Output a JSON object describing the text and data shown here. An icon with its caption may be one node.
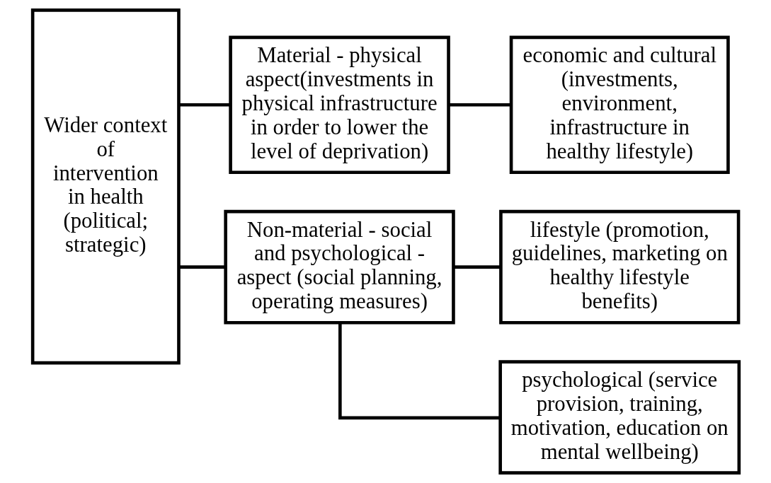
{
  "diagram": {
    "nodes": [
      {
        "text": [
          "Wider context of intervention in health (political; strategic)"
        ]
      },
      {
        "text": [
          "Material - physical aspect(investments in physical infrastructure in order to lower the level of deprivation)"
        ]
      },
      {
        "text": [
          "economic and cultural (investments, environment, infrastructure in healthy lifestyle)"
        ]
      },
      {
        "text": [
          "Non-material - social and psychological - aspect (social planning, operating measures)"
        ]
      },
      {
        "text": [
          "lifestyle (promotion, guidelines, marketing on healthy lifestyle benefits)"
        ]
      },
      {
        "text": [
          "psychological (service provision, training, motivation, education on mental wellbeing)"
        ]
      }
    ],
    "edges": [
      {
        "from": 0,
        "to": 1,
        "arrow": "none"
      },
      {
        "from": 0,
        "to": 3,
        "arrow": "none"
      },
      {
        "from": 1,
        "to": 2,
        "arrow": "none"
      },
      {
        "from": 3,
        "to": 4,
        "arrow": "none"
      },
      {
        "from": 3,
        "to": 5,
        "arrow": "none"
      }
    ]
  }
}
